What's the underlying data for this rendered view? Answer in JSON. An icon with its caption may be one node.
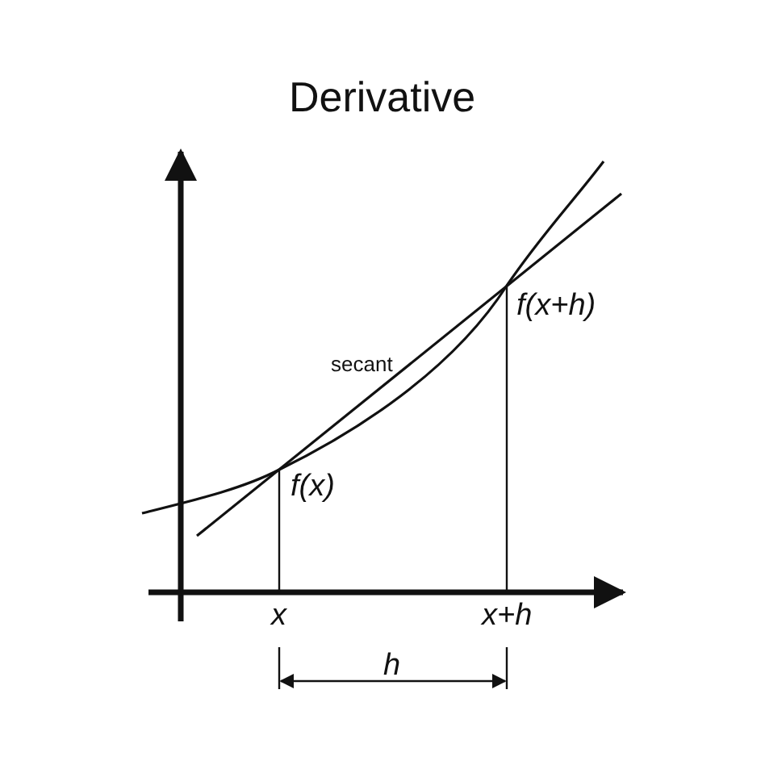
{
  "diagram": {
    "title": "Derivative",
    "labels": [
      "f(x+h)",
      "secant",
      "f(x)",
      "x",
      "x+h",
      "h"
    ]
  }
}
